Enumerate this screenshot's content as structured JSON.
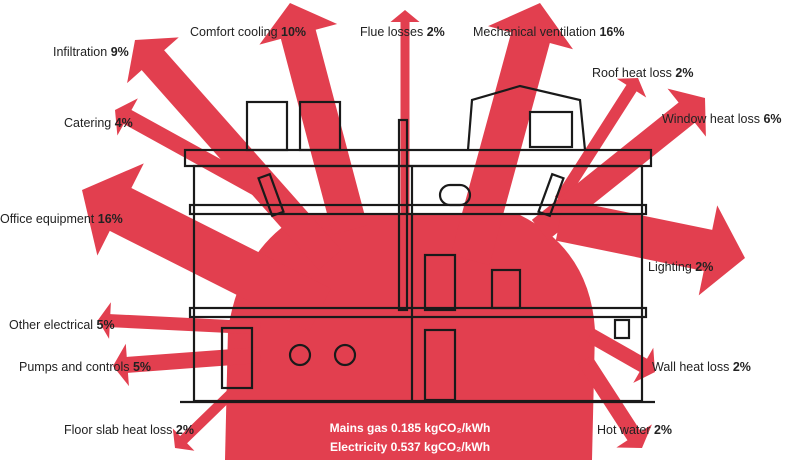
{
  "colors": {
    "arrow": "#e23f4f",
    "line": "#1a1a1a"
  },
  "labels": {
    "infiltration": {
      "name": "Infiltration",
      "pct": "9%"
    },
    "comfort_cooling": {
      "name": "Comfort cooling",
      "pct": "10%"
    },
    "flue_losses": {
      "name": "Flue losses",
      "pct": "2%"
    },
    "mechanical_ventilation": {
      "name": "Mechanical ventilation",
      "pct": "16%"
    },
    "roof_heat_loss": {
      "name": "Roof heat loss",
      "pct": "2%"
    },
    "catering": {
      "name": "Catering",
      "pct": "4%"
    },
    "window_heat_loss": {
      "name": "Window heat loss",
      "pct": "6%"
    },
    "office_equipment": {
      "name": "Office equipment",
      "pct": "16%"
    },
    "lighting": {
      "name": "Lighting",
      "pct": "2%"
    },
    "other_electrical": {
      "name": "Other electrical",
      "pct": "5%"
    },
    "pumps_and_controls": {
      "name": "Pumps and controls",
      "pct": "5%"
    },
    "wall_heat_loss": {
      "name": "Wall heat loss",
      "pct": "2%"
    },
    "floor_slab_heat_loss": {
      "name": "Floor slab heat loss",
      "pct": "2%"
    },
    "hot_water": {
      "name": "Hot water",
      "pct": "2%"
    }
  },
  "factors": {
    "mains_gas": "Mains gas 0.185 kgCO₂/kWh",
    "electricity": "Electricity 0.537 kgCO₂/kWh"
  }
}
